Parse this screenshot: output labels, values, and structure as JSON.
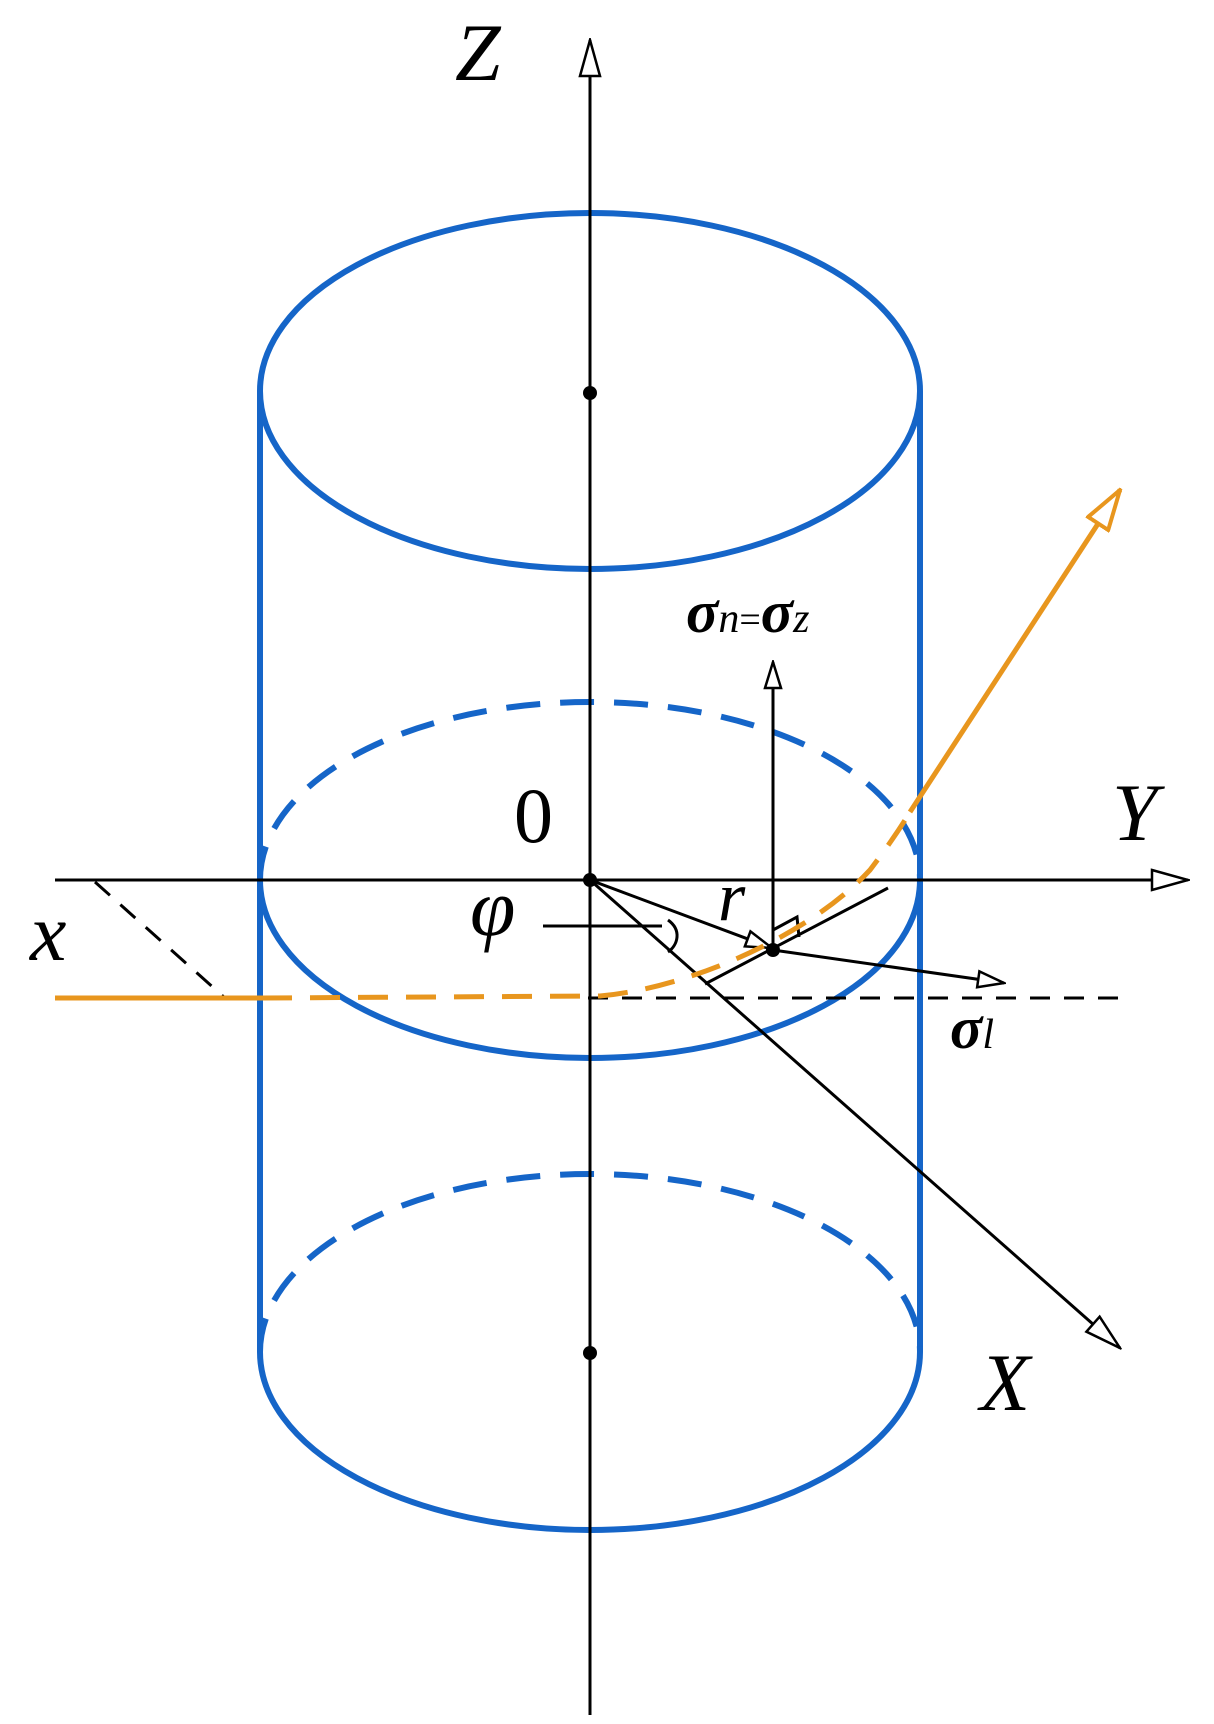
{
  "labels": {
    "z_axis": "Z",
    "y_axis": "Y",
    "x_axis": "X",
    "x_small": "x",
    "origin": "0",
    "phi": "φ",
    "r": "r",
    "sigma_main": "σ",
    "sigma_n_sub": "n",
    "equals": "=",
    "sigma_z_sub": "z",
    "sigma_l_main": "σ",
    "sigma_l_sub": "l"
  },
  "colors": {
    "axis": "#000000",
    "cylinder": "#1565C8",
    "curve": "#E8961E"
  }
}
